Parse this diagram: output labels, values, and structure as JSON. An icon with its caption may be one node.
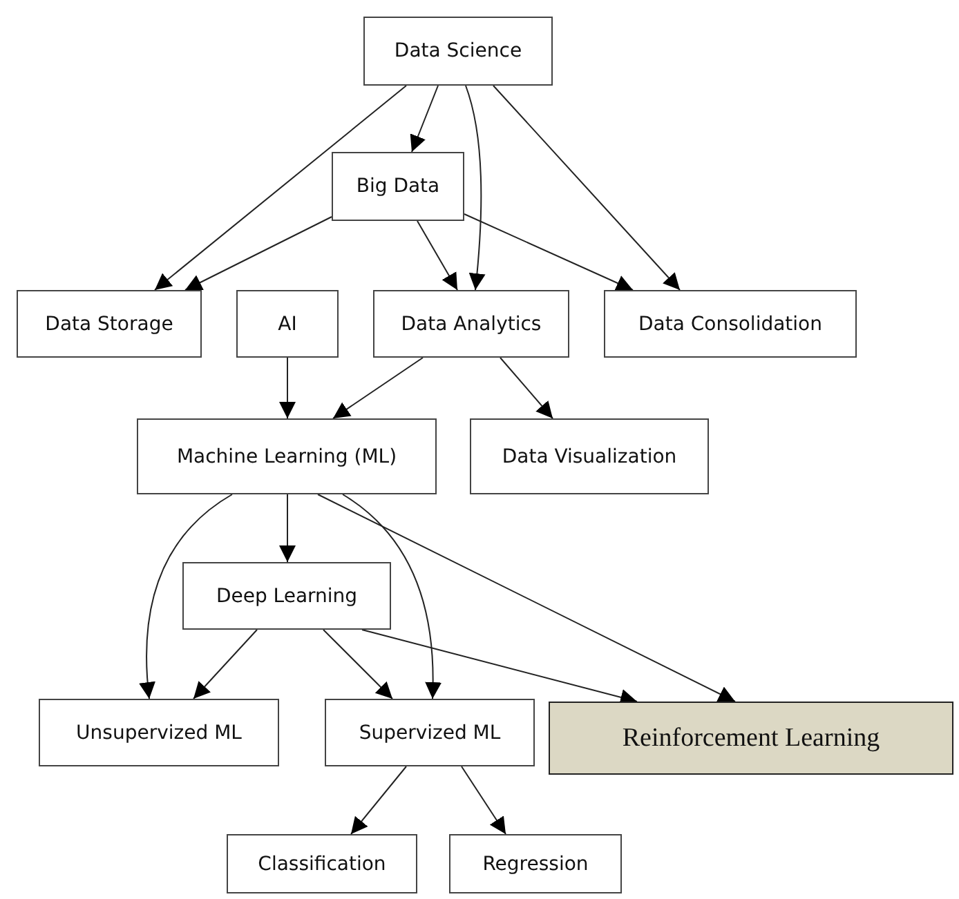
{
  "diagram": {
    "nodes": [
      {
        "text": [
          "Data Science"
        ]
      },
      {
        "text": [
          "Big Data"
        ]
      },
      {
        "text": [
          "Data Storage"
        ]
      },
      {
        "text": [
          "AI"
        ]
      },
      {
        "text": [
          "Data Analytics"
        ]
      },
      {
        "text": [
          "Data Consolidation"
        ]
      },
      {
        "text": [
          "Machine Learning (ML)"
        ]
      },
      {
        "text": [
          "Data Visualization"
        ]
      },
      {
        "text": [
          "Deep Learning"
        ]
      },
      {
        "text": [
          "Unsupervized ML"
        ]
      },
      {
        "text": [
          "Supervized ML"
        ]
      },
      {
        "text": [
          "Reinforcement Learning"
        ]
      },
      {
        "text": [
          "Classification"
        ]
      },
      {
        "text": [
          "Regression"
        ]
      }
    ],
    "edges": [
      {
        "from": 0,
        "to": 2,
        "arrow": "to"
      },
      {
        "from": 0,
        "to": 1,
        "arrow": "to"
      },
      {
        "from": 0,
        "to": 4,
        "arrow": "to"
      },
      {
        "from": 0,
        "to": 5,
        "arrow": "to"
      },
      {
        "from": 1,
        "to": 2,
        "arrow": "to"
      },
      {
        "from": 1,
        "to": 4,
        "arrow": "to"
      },
      {
        "from": 1,
        "to": 5,
        "arrow": "to"
      },
      {
        "from": 3,
        "to": 6,
        "arrow": "to"
      },
      {
        "from": 4,
        "to": 6,
        "arrow": "to"
      },
      {
        "from": 4,
        "to": 7,
        "arrow": "to"
      },
      {
        "from": 6,
        "to": 8,
        "arrow": "to"
      },
      {
        "from": 6,
        "to": 9,
        "arrow": "to"
      },
      {
        "from": 6,
        "to": 10,
        "arrow": "to"
      },
      {
        "from": 6,
        "to": 11,
        "arrow": "to"
      },
      {
        "from": 8,
        "to": 9,
        "arrow": "to"
      },
      {
        "from": 8,
        "to": 10,
        "arrow": "to"
      },
      {
        "from": 8,
        "to": 11,
        "arrow": "to"
      },
      {
        "from": 10,
        "to": 12,
        "arrow": "to"
      },
      {
        "from": 10,
        "to": 13,
        "arrow": "to"
      }
    ]
  }
}
